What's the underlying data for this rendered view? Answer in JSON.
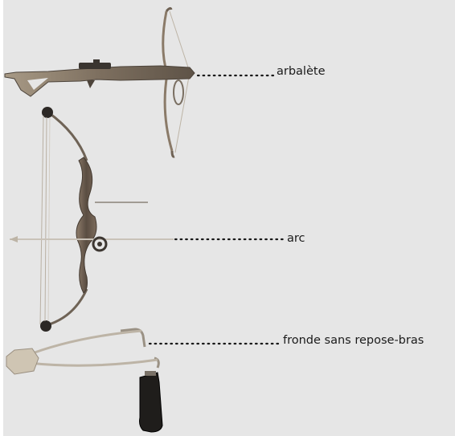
{
  "labels": {
    "crossbow": "arbalète",
    "bow": "arc",
    "slingshot": "fronde sans repose-bras"
  }
}
